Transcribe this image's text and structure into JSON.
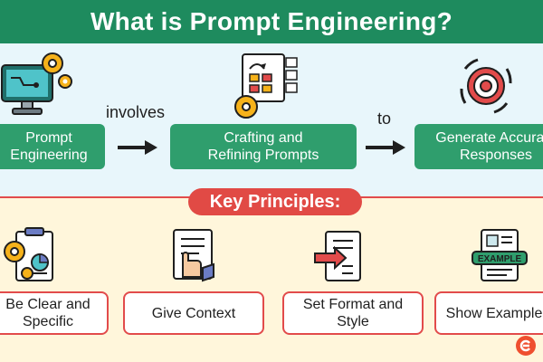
{
  "header": {
    "title": "What is Prompt Engineering?"
  },
  "flow": {
    "box1": "Prompt\nEngineering",
    "connector1": "involves",
    "box2": "Crafting and\nRefining Prompts",
    "connector2": "to",
    "box3": "Generate Accurate\nResponses"
  },
  "key_principles": {
    "heading": "Key Principles:",
    "items": [
      {
        "label": "Be Clear and\nSpecific"
      },
      {
        "label": "Give Context"
      },
      {
        "label": "Set Format and\nStyle"
      },
      {
        "label": "Show Examples"
      }
    ]
  },
  "icons": {
    "monitor_icon": "monitor-with-gears-icon",
    "workflow_icon": "workflow-diagram-icon",
    "target_icon": "target-icon",
    "clipboard_icon": "clipboard-gear-icon",
    "document_icon": "document-hand-icon",
    "format_icon": "document-arrow-icon",
    "example_icon": "example-document-icon",
    "example_badge_text": "EXAMPLE"
  },
  "colors": {
    "header": "#1e8b5e",
    "green_box": "#2f9e6d",
    "red": "#e24b4b",
    "top_bg": "#e8f6fb",
    "bottom_bg": "#fff6db"
  }
}
